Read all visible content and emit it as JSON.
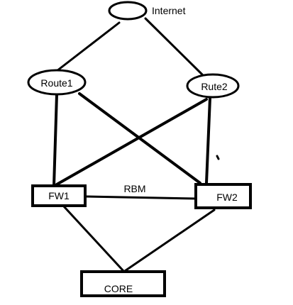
{
  "nodes": {
    "internet": {
      "label": "Internet"
    },
    "route1": {
      "label": "Route1"
    },
    "rute2": {
      "label": "Rute2"
    },
    "fw1": {
      "label": "FW1"
    },
    "fw2": {
      "label": "FW2"
    },
    "core": {
      "label": "CORE"
    }
  },
  "links": {
    "fw1_fw2": {
      "label": "RBM"
    }
  }
}
